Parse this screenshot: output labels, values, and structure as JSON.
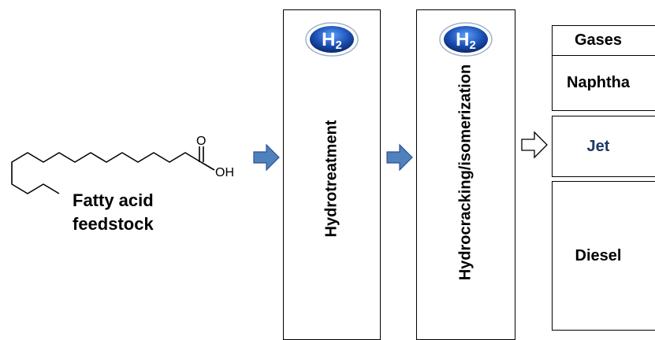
{
  "feedstock": {
    "label_line1": "Fatty acid",
    "label_line2": "feedstock",
    "oxygen_atom": "O",
    "hydroxyl_group": "OH"
  },
  "process_steps": [
    {
      "label": "Hydrotreatment",
      "reagent": "H",
      "reagent_subscript": "2"
    },
    {
      "label": "Hydrocracking/isomerization",
      "reagent": "H",
      "reagent_subscript": "2"
    }
  ],
  "products": [
    {
      "label": "Gases"
    },
    {
      "label": "Naphtha"
    },
    {
      "label": "Jet",
      "color": "#1f3864"
    },
    {
      "label": "Diesel"
    }
  ],
  "colors": {
    "arrow_fill": "#4f81bd",
    "arrow_stroke": "#2f528f",
    "badge_blue": "#1b4fb3",
    "jet_text": "#1f3864"
  }
}
